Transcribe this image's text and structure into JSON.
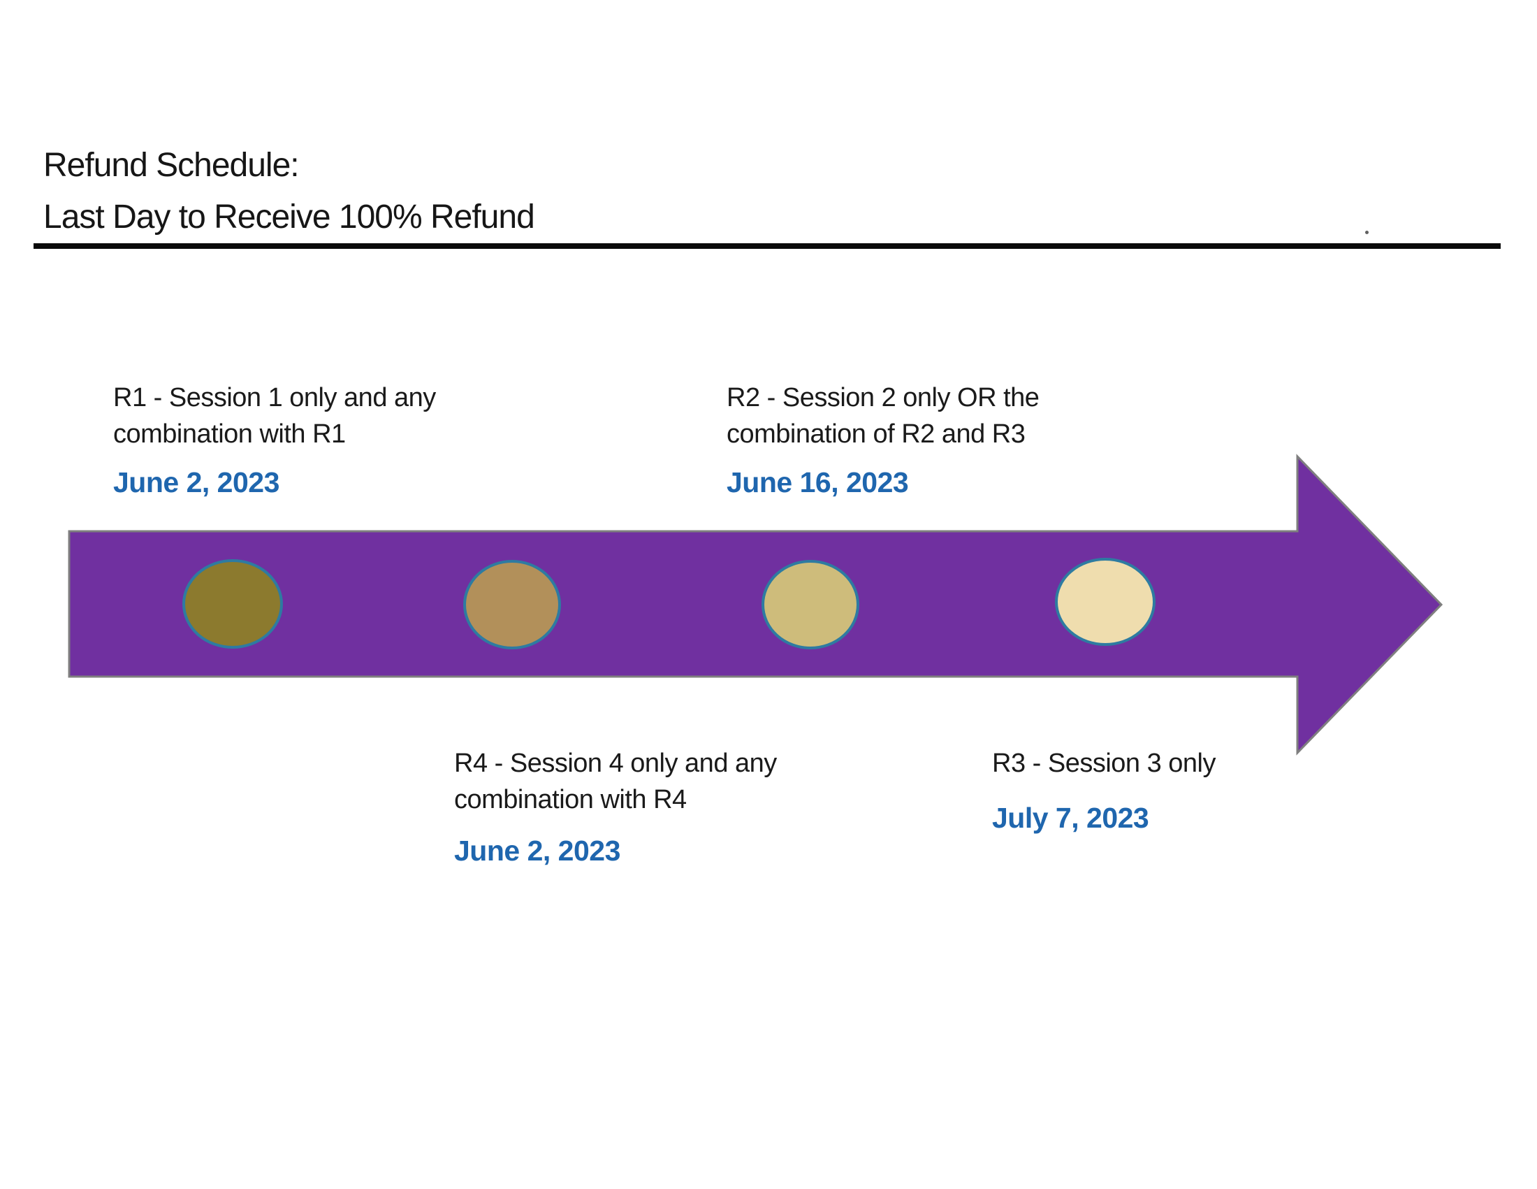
{
  "page": {
    "title_line1": "Refund Schedule:",
    "title_line2": "Last Day to Receive 100% Refund"
  },
  "colors": {
    "background": "#FFFFFF",
    "arrow_fill": "#7030A0",
    "arrow_border": "#7F7F7F",
    "circle_border": "#2E7BA1",
    "date_color": "#1F66AE",
    "text_color": "#1A1A1A",
    "rule_color": "#0A0A0A"
  },
  "timeline": {
    "arrow_direction": "right",
    "milestones": [
      {
        "id": "R1",
        "label_line1": "R1 - Session 1 only and any",
        "label_line2": "combination with R1",
        "date": "June 2, 2023",
        "circle_color": "#8C7A2E",
        "label_position": "above"
      },
      {
        "id": "R4",
        "label_line1": "R4 - Session 4 only and any",
        "label_line2": "combination with R4",
        "date": "June 2, 2023",
        "circle_color": "#B2905A",
        "label_position": "below"
      },
      {
        "id": "R2",
        "label_line1": "R2 - Session 2 only OR the",
        "label_line2": "combination of R2 and R3",
        "date": "June 16, 2023",
        "circle_color": "#CEBC7B",
        "label_position": "above"
      },
      {
        "id": "R3",
        "label_line1": "R3 - Session 3 only",
        "date": "July 7, 2023",
        "circle_color": "#EFDDAE",
        "label_position": "below"
      }
    ]
  }
}
